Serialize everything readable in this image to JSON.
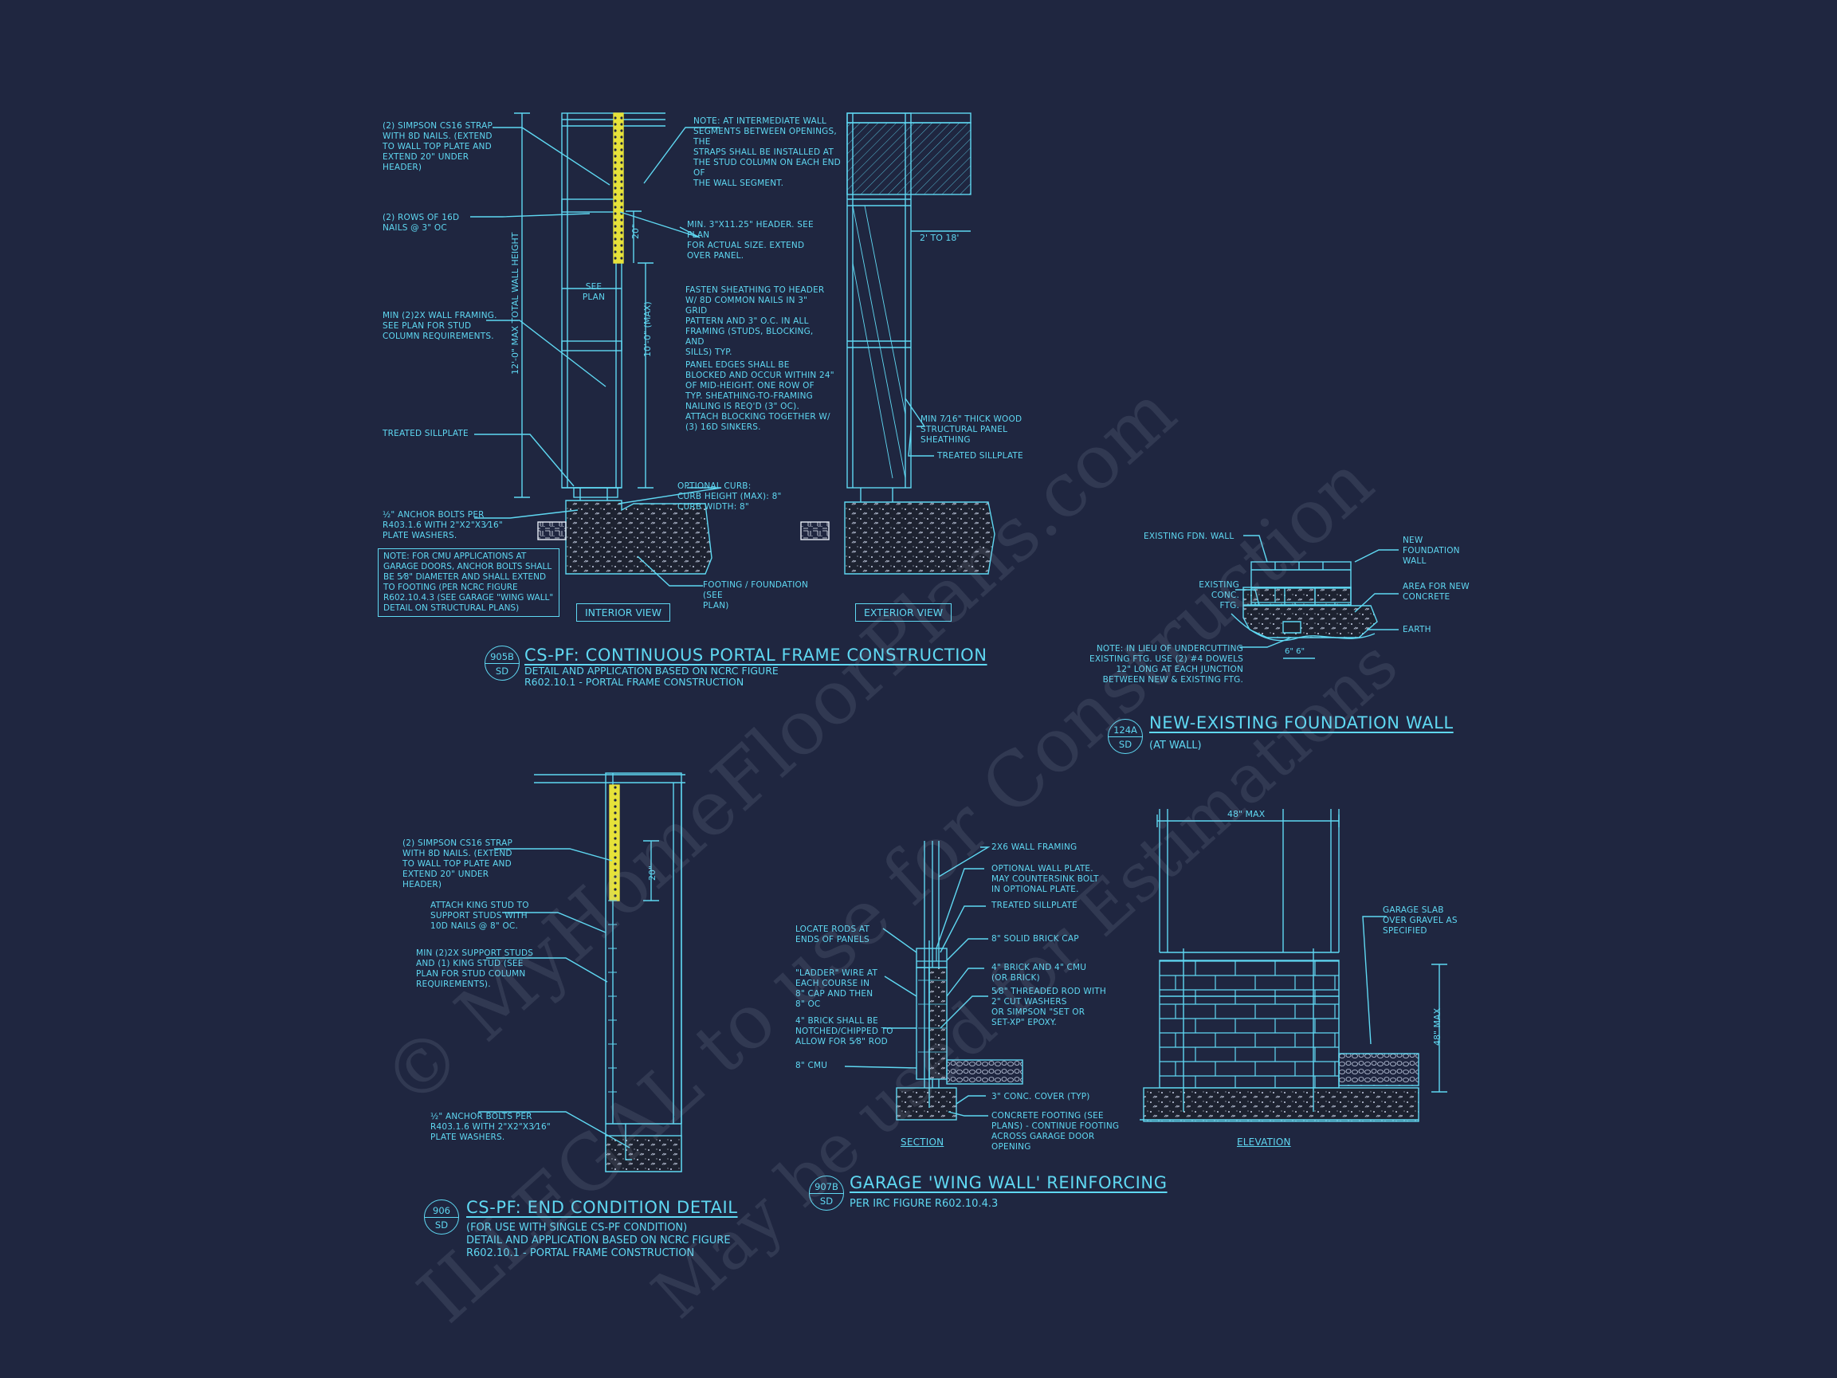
{
  "colors": {
    "background": "#1f2640",
    "linework": "#5fd8f2",
    "strap": "#e6e23a",
    "concrete_fill": "#1d2230"
  },
  "detail_1": {
    "tag_top": "905B",
    "tag_bottom": "SD",
    "title": "CS-PF: CONTINUOUS PORTAL FRAME CONSTRUCTION",
    "subtitle": "DETAIL AND APPLICATION BASED ON NCRC FIGURE\nR602.10.1 - PORTAL FRAME CONSTRUCTION",
    "view_interior": "INTERIOR VIEW",
    "view_exterior": "EXTERIOR VIEW",
    "notes": {
      "strap": "(2) SIMPSON CS16 STRAP\nWITH 8d NAILS. (EXTEND\nTO WALL TOP PLATE AND\nEXTEND 20\" UNDER\nHEADER)",
      "rows": "(2) ROWS OF 16d\nNAILS @ 3\" OC",
      "framing": "MIN (2)2X WALL FRAMING.\nSEE PLAN FOR STUD\nCOLUMN REQUIREMENTS.",
      "sill": "TREATED SILLPLATE",
      "anchor": "½\" ANCHOR BOLTS PER\nR403.1.6 WITH 2\"x2\"x3⁄16\"\nPLATE WASHERS.",
      "cmu_note": "NOTE: FOR CMU APPLICATIONS AT\nGARAGE DOORS, ANCHOR BOLTS SHALL\nBE 5⁄8\" DIAMETER AND SHALL EXTEND\nTO FOOTING (PER NCRC FIGURE\nR602.10.4.3 (SEE GARAGE \"WING WALL\"\nDETAIL ON STRUCTURAL PLANS)",
      "intermediate": "NOTE: AT INTERMEDIATE WALL\nSEGMENTS BETWEEN OPENINGS, THE\nSTRAPS SHALL BE INSTALLED AT\nTHE STUD COLUMN ON EACH END OF\nTHE WALL SEGMENT.",
      "header": "MIN. 3\"x11.25\" HEADER. SEE PLAN\nFOR ACTUAL SIZE. EXTEND\nOVER PANEL.",
      "fasten": "FASTEN SHEATHING TO HEADER\nW/ 8d COMMON NAILS IN 3\" GRID\nPATTERN AND 3\" O.C. IN ALL\nFRAMING (STUDS, BLOCKING, AND\nSILLS) TYP.",
      "panel_edges": "PANEL EDGES SHALL BE\nBLOCKED AND OCCUR WITHIN 24\"\nOF MID-HEIGHT. ONE ROW OF\nTYP. SHEATHING-TO-FRAMING\nNAILING IS REQ'D (3\" OC).\nATTACH BLOCKING TOGETHER W/\n(3) 16d SINKERS.",
      "curb": "OPTIONAL CURB:\nCURB HEIGHT (MAX): 8\"\nCURB WIDTH: 8\"",
      "footing": "FOOTING / FOUNDATION (SEE\nPLAN)",
      "sheathing": "MIN 7⁄16\" THICK WOOD\nSTRUCTURAL PANEL\nSHEATHING",
      "sill_ext": "TREATED SILLPLATE"
    },
    "dims": {
      "total": "12'-0\" MAX TOTAL WALL HEIGHT",
      "max10": "10'-0\" (MAX)",
      "d20": "20\"",
      "see_plan": "SEE\nPLAN",
      "two_to_18": "2' TO 18'"
    }
  },
  "detail_2": {
    "tag_top": "124A",
    "tag_bottom": "SD",
    "title": "NEW-EXISTING FOUNDATION WALL",
    "subtitle": "(AT WALL)",
    "notes": {
      "existing_wall": "EXISTING FDN. WALL",
      "existing_ftg": "EXISTING\nCONC. FTG.",
      "new_wall": "NEW\nFOUNDATION\nWALL",
      "area": "AREA FOR NEW\nCONCRETE",
      "earth": "EARTH",
      "lieu": "NOTE: IN LIEU OF UNDERCUTTING\nEXISTING FTG. USE (2) #4 DOWELS\n12\" LONG AT EACH JUNCTION\nBETWEEN NEW & EXISTING FTG.",
      "dim": "6\"  6\""
    }
  },
  "detail_3": {
    "tag_top": "906",
    "tag_bottom": "SD",
    "title": "CS-PF: END CONDITION DETAIL",
    "subtitle": "(FOR USE WITH SINGLE CS-PF CONDITION)\nDETAIL AND APPLICATION BASED ON NCRC FIGURE\nR602.10.1 - PORTAL FRAME CONSTRUCTION",
    "notes": {
      "strap": "(2) SIMPSON CS16 STRAP\nWITH 8d NAILS. (EXTEND\nTO WALL TOP PLATE AND\nEXTEND 20\" UNDER\nHEADER)",
      "king": "ATTACH KING STUD TO\nSUPPORT STUDS WITH\n10d NAILS @ 8\" OC.",
      "support": "MIN (2)2X SUPPORT STUDS\nAND (1) KING STUD (SEE\nPLAN FOR STUD COLUMN\nREQUIREMENTS).",
      "anchor": "½\" ANCHOR BOLTS PER\nR403.1.6 WITH 2\"x2\"x3⁄16\"\nPLATE WASHERS."
    },
    "dim": "20\""
  },
  "detail_4": {
    "tag_top": "907B",
    "tag_bottom": "SD",
    "title": "GARAGE 'WING WALL' REINFORCING",
    "subtitle": "PER IRC FIGURE R602.10.4.3",
    "section_label": "SECTION",
    "elevation_label": "ELEVATION",
    "notes": {
      "framing": "2x6 WALL FRAMING",
      "optional_plate": "OPTIONAL WALL PLATE.\nMAY COUNTERSINK BOLT\nIN OPTIONAL PLATE.",
      "sill": "TREATED SILLPLATE",
      "brick_cap": "8\" SOLID BRICK CAP",
      "brick_cmu": "4\" BRICK AND 4\" CMU\n(OR BRICK)",
      "rod": "5⁄8\" THREADED ROD WITH\n2\" CUT WASHERS\nOR SIMPSON \"SET OR\nSET-XP\" EPOXY.",
      "cover": "3\" CONC. COVER (TYP)",
      "footing": "CONCRETE FOOTING (SEE\nPLANS) - CONTINUE FOOTING\nACROSS GARAGE DOOR\nOPENING",
      "locate": "LOCATE RODS AT\nENDS OF PANELS",
      "ladder": "\"LADDER\" WIRE AT\nEACH COURSE IN\n8\" CAP AND THEN\n8\" OC",
      "notched": "4\" BRICK SHALL BE\nNOTCHED/CHIPPED TO\nALLOW FOR 5⁄8\" ROD",
      "cmu": "8\" CMU",
      "slab": "GARAGE SLAB\nOVER GRAVEL AS\nSPECIFIED"
    },
    "dims": {
      "width": "48\" MAX",
      "height": "48\" MAX"
    }
  },
  "watermark": {
    "line1": "© MyHomeFloorPlans.com",
    "line2": "ILLEGAL to use for Construction",
    "line3": "May be used for Estimations"
  }
}
